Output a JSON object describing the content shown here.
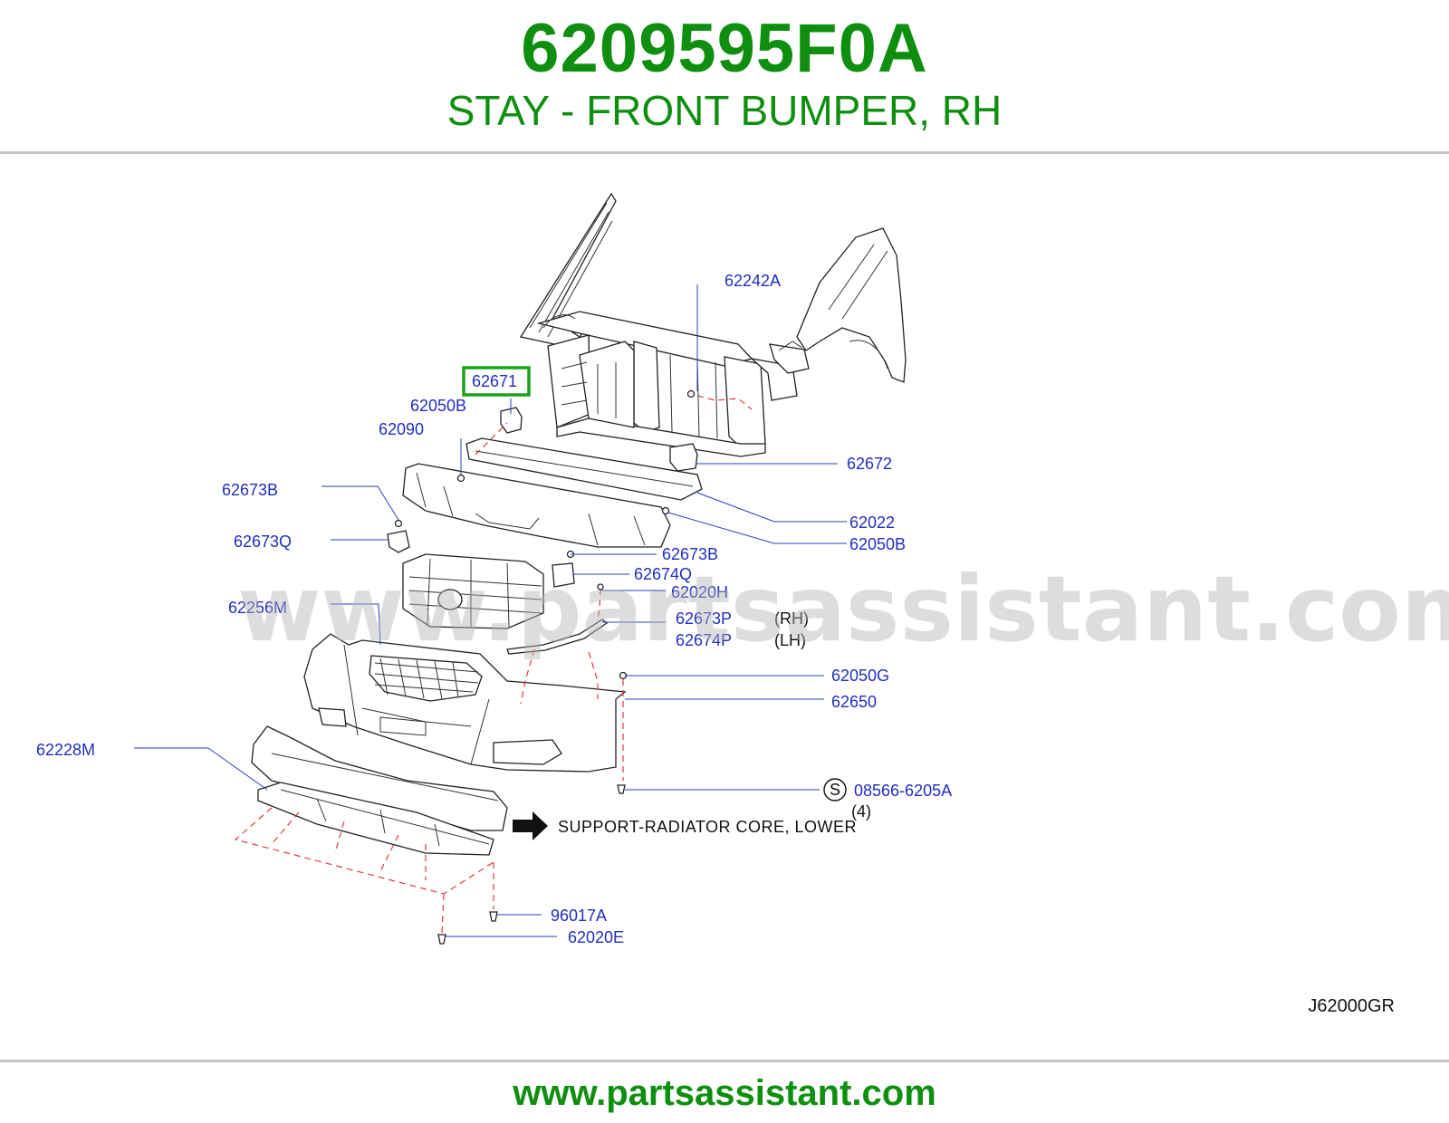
{
  "header": {
    "part_number": "6209595F0A",
    "description": "STAY - FRONT BUMPER, RH"
  },
  "diagram": {
    "watermark": "www.partsassistant.com",
    "callouts": {
      "p62242A": "62242A",
      "p62671": "62671",
      "p62050B_top": "62050B",
      "p62090": "62090",
      "p62672": "62672",
      "p62673B_left": "62673B",
      "p62022": "62022",
      "p62050B_right": "62050B",
      "p62673Q": "62673Q",
      "p62673B_mid": "62673B",
      "p62674Q": "62674Q",
      "p62020H": "62020H",
      "p62256M": "62256M",
      "p62673P": "62673P",
      "p62674P": "62674P",
      "p62050G": "62050G",
      "p62650": "62650",
      "p62228M": "62228M",
      "p08566": "08566-6205A",
      "p96017A": "96017A",
      "p62020E": "62020E"
    },
    "side_labels": {
      "rh": "(RH)",
      "lh": "(LH)"
    },
    "screw_symbol": "S",
    "screw_qty": "(4)",
    "support_note": "SUPPORT-RADIATOR  CORE,  LOWER",
    "highlight_color": "#1aa31a",
    "callout_color": "#1f2fbf",
    "dash_color": "#e23b3b",
    "ref_code": "J62000GR"
  },
  "footer": {
    "url": "www.partsassistant.com"
  }
}
